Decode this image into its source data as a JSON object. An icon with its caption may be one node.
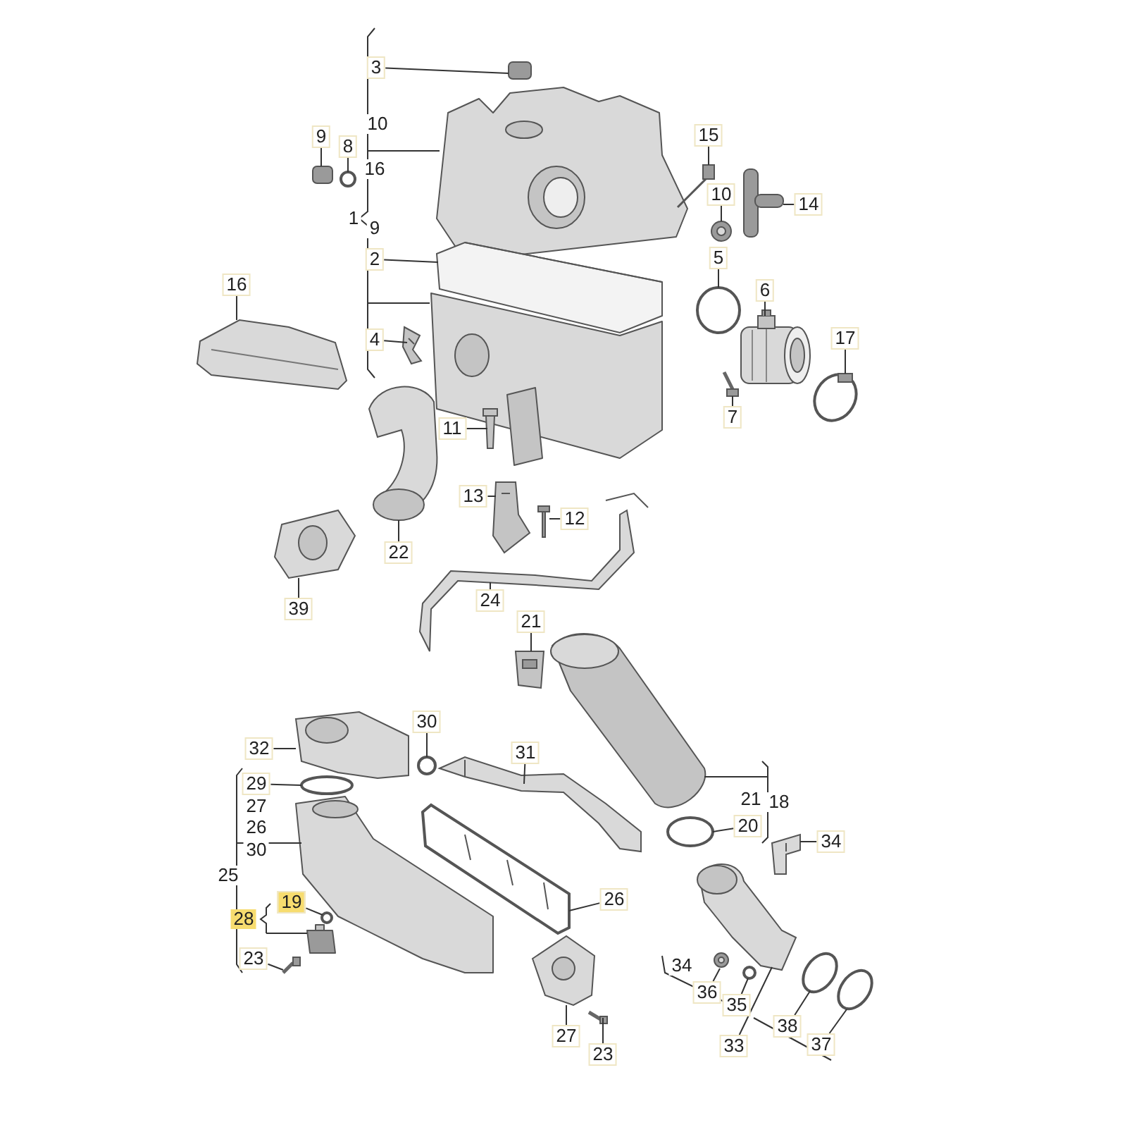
{
  "diagram": {
    "nodes": [
      {
        "text": [
          "3"
        ]
      },
      {
        "text": [
          "9"
        ]
      },
      {
        "text": [
          "8"
        ]
      },
      {
        "text": [
          "2"
        ]
      },
      {
        "text": [
          "4"
        ]
      },
      {
        "text": [
          "16"
        ]
      },
      {
        "text": [
          "15"
        ]
      },
      {
        "text": [
          "10"
        ]
      },
      {
        "text": [
          "14"
        ]
      },
      {
        "text": [
          "5"
        ]
      },
      {
        "text": [
          "6"
        ]
      },
      {
        "text": [
          "17"
        ]
      },
      {
        "text": [
          "7"
        ]
      },
      {
        "text": [
          "11"
        ]
      },
      {
        "text": [
          "13"
        ]
      },
      {
        "text": [
          "12"
        ]
      },
      {
        "text": [
          "22"
        ]
      },
      {
        "text": [
          "39"
        ]
      },
      {
        "text": [
          "24"
        ]
      },
      {
        "text": [
          "21"
        ]
      },
      {
        "text": [
          "32"
        ]
      },
      {
        "text": [
          "30"
        ]
      },
      {
        "text": [
          "31"
        ]
      },
      {
        "text": [
          "29"
        ]
      },
      {
        "text": [
          "19"
        ]
      },
      {
        "text": [
          "23"
        ]
      },
      {
        "text": [
          "26"
        ]
      },
      {
        "text": [
          "27"
        ]
      },
      {
        "text": [
          "23"
        ]
      },
      {
        "text": [
          "20"
        ]
      },
      {
        "text": [
          "34"
        ]
      },
      {
        "text": [
          "36"
        ]
      },
      {
        "text": [
          "35"
        ]
      },
      {
        "text": [
          "33"
        ]
      },
      {
        "text": [
          "38"
        ]
      },
      {
        "text": [
          "37"
        ]
      },
      {
        "text": [],
        "shape": "box"
      },
      {
        "text": [],
        "shape": "box"
      },
      {
        "text": [],
        "shape": "circle"
      },
      {
        "text": [],
        "shape": "picture"
      },
      {
        "text": [],
        "shape": "picture"
      },
      {
        "text": [],
        "shape": "picture"
      },
      {
        "text": [],
        "shape": "picture"
      },
      {
        "text": [],
        "shape": "picture"
      },
      {
        "text": [],
        "shape": "picture"
      },
      {
        "text": [],
        "shape": "circle"
      },
      {
        "text": [],
        "shape": "picture"
      },
      {
        "text": [],
        "shape": "picture"
      },
      {
        "text": [],
        "shape": "picture"
      },
      {
        "text": [],
        "shape": "picture"
      },
      {
        "text": [],
        "shape": "picture"
      },
      {
        "text": [],
        "shape": "picture"
      },
      {
        "text": [],
        "shape": "picture"
      },
      {
        "text": [],
        "shape": "picture"
      },
      {
        "text": [],
        "shape": "picture"
      },
      {
        "text": [],
        "shape": "picture"
      },
      {
        "text": [],
        "shape": "picture"
      },
      {
        "text": [],
        "shape": "circle"
      },
      {
        "text": [],
        "shape": "picture"
      },
      {
        "text": [],
        "shape": "circle"
      },
      {
        "text": [],
        "shape": "circle"
      },
      {
        "text": [],
        "shape": "picture"
      },
      {
        "text": [],
        "shape": "picture"
      },
      {
        "text": [],
        "shape": "picture"
      },
      {
        "text": [],
        "shape": "picture"
      },
      {
        "text": [],
        "shape": "circle"
      },
      {
        "text": [],
        "shape": "picture"
      },
      {
        "text": [],
        "shape": "picture"
      },
      {
        "text": [],
        "shape": "circle"
      },
      {
        "text": [],
        "shape": "picture"
      },
      {
        "text": [],
        "shape": "circle"
      },
      {
        "text": [],
        "shape": "circle"
      }
    ],
    "edges": [
      {
        "from": 0,
        "to": 36,
        "arrow": "none"
      },
      {
        "from": 1,
        "to": 37,
        "arrow": "none"
      },
      {
        "from": 2,
        "to": 38,
        "arrow": "none"
      },
      {
        "from": 3,
        "to": 39,
        "arrow": "none"
      },
      {
        "from": 4,
        "to": 40,
        "arrow": "none"
      },
      {
        "from": 5,
        "to": 41,
        "arrow": "none"
      },
      {
        "from": 6,
        "to": 42,
        "arrow": "none"
      },
      {
        "from": 7,
        "to": 43,
        "arrow": "none"
      },
      {
        "from": 8,
        "to": 44,
        "arrow": "none"
      },
      {
        "from": 9,
        "to": 45,
        "arrow": "none"
      },
      {
        "from": 10,
        "to": 46,
        "arrow": "none"
      },
      {
        "from": 11,
        "to": 47,
        "arrow": "none"
      },
      {
        "from": 12,
        "to": 48,
        "arrow": "none"
      },
      {
        "from": 13,
        "to": 49,
        "arrow": "none"
      },
      {
        "from": 14,
        "to": 50,
        "arrow": "none"
      },
      {
        "from": 15,
        "to": 51,
        "arrow": "none"
      },
      {
        "from": 16,
        "to": 52,
        "arrow": "none"
      },
      {
        "from": 17,
        "to": 53,
        "arrow": "none"
      },
      {
        "from": 18,
        "to": 54,
        "arrow": "none"
      },
      {
        "from": 19,
        "to": 55,
        "arrow": "none"
      },
      {
        "from": 20,
        "to": 56,
        "arrow": "none"
      },
      {
        "from": 21,
        "to": 57,
        "arrow": "none"
      },
      {
        "from": 22,
        "to": 58,
        "arrow": "none"
      },
      {
        "from": 23,
        "to": 59,
        "arrow": "none"
      },
      {
        "from": 24,
        "to": 60,
        "arrow": "none"
      },
      {
        "from": 25,
        "to": 61,
        "arrow": "none"
      },
      {
        "from": 26,
        "to": 62,
        "arrow": "none"
      },
      {
        "from": 27,
        "to": 63,
        "arrow": "none"
      },
      {
        "from": 28,
        "to": 64,
        "arrow": "none"
      },
      {
        "from": 29,
        "to": 65,
        "arrow": "none"
      },
      {
        "from": 30,
        "to": 66,
        "arrow": "none"
      },
      {
        "from": 31,
        "to": 67,
        "arrow": "none"
      },
      {
        "from": 32,
        "to": 68,
        "arrow": "none"
      },
      {
        "from": 33,
        "to": 69,
        "arrow": "none"
      },
      {
        "from": 34,
        "to": 70,
        "arrow": "none"
      },
      {
        "from": 35,
        "to": 71,
        "arrow": "none"
      }
    ],
    "labels": [
      "10",
      "16",
      "1",
      "9",
      "27",
      "26",
      "30",
      "25",
      "28",
      "21",
      "18",
      "34"
    ]
  }
}
